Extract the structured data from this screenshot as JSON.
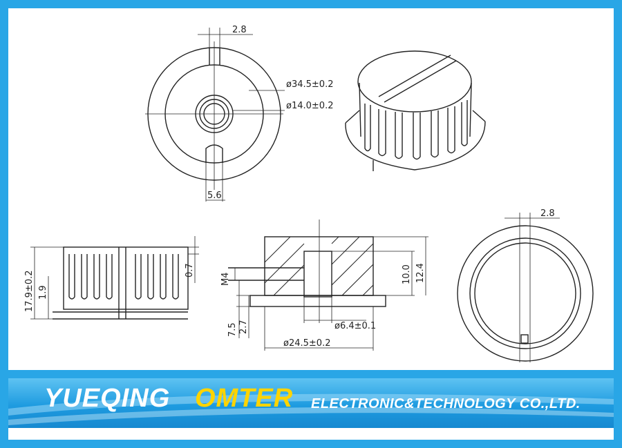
{
  "dimensions": {
    "top_width": "2.8",
    "outer_diameter": "ø34.5±0.2",
    "inner_diameter": "ø14.0±0.2",
    "bottom_notch": "5.6",
    "total_height": "17.9±0.2",
    "skirt_height": "1.9",
    "rim_thickness": "0.7",
    "thread": "M4",
    "base_offset": "7.5",
    "base_step": "2.7",
    "hole_depth": "10.0",
    "body_height": "12.4",
    "hole_diameter": "ø6.4±0.1",
    "skirt_diameter": "ø24.5±0.2",
    "right_top_width": "2.8"
  },
  "banner": {
    "brand_primary": "YUEQING",
    "brand_secondary": "OMTER",
    "tagline": "ELECTRONIC&TECHNOLOGY CO.,LTD."
  },
  "colors": {
    "frame": "#29a6e6",
    "brand_secondary": "#ffd400",
    "line": "#222222"
  }
}
